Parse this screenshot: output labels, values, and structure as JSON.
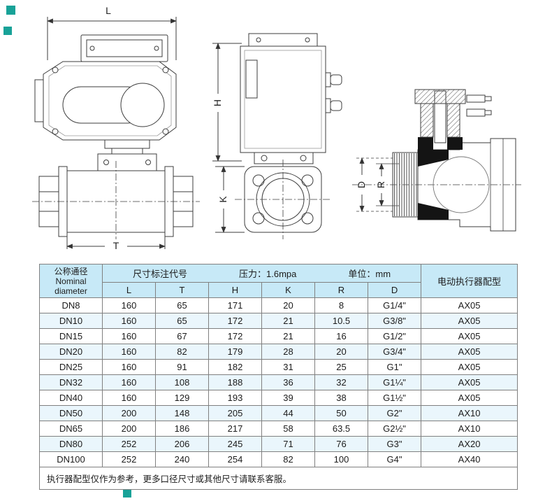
{
  "accents": {
    "teal": "#18a298"
  },
  "drawings": {
    "side_view": {
      "dim_length": "L",
      "dim_body": "T"
    },
    "front_view": {
      "dim_height": "H",
      "dim_k": "K"
    },
    "section_view": {
      "dim_d": "D",
      "dim_r": "R"
    }
  },
  "table": {
    "header": {
      "nominal_zh": "公称通径",
      "nominal_en_line1": "Nominal",
      "nominal_en_line2": "diameter",
      "dims_title": "尺寸标注代号",
      "pressure": "压力：1.6mpa",
      "unit": "单位：mm",
      "actuator": "电动执行器配型",
      "dim_cols": [
        "L",
        "T",
        "H",
        "K",
        "R",
        "D"
      ]
    },
    "rows": [
      {
        "dn": "DN8",
        "L": "160",
        "T": "65",
        "H": "171",
        "K": "20",
        "R": "8",
        "D": "G1/4\"",
        "actuator": "AX05"
      },
      {
        "dn": "DN10",
        "L": "160",
        "T": "65",
        "H": "172",
        "K": "21",
        "R": "10.5",
        "D": "G3/8\"",
        "actuator": "AX05"
      },
      {
        "dn": "DN15",
        "L": "160",
        "T": "67",
        "H": "172",
        "K": "21",
        "R": "16",
        "D": "G1/2\"",
        "actuator": "AX05"
      },
      {
        "dn": "DN20",
        "L": "160",
        "T": "82",
        "H": "179",
        "K": "28",
        "R": "20",
        "D": "G3/4\"",
        "actuator": "AX05"
      },
      {
        "dn": "DN25",
        "L": "160",
        "T": "91",
        "H": "182",
        "K": "31",
        "R": "25",
        "D": "G1\"",
        "actuator": "AX05"
      },
      {
        "dn": "DN32",
        "L": "160",
        "T": "108",
        "H": "188",
        "K": "36",
        "R": "32",
        "D": "G1¼\"",
        "actuator": "AX05"
      },
      {
        "dn": "DN40",
        "L": "160",
        "T": "129",
        "H": "193",
        "K": "39",
        "R": "38",
        "D": "G1½\"",
        "actuator": "AX05"
      },
      {
        "dn": "DN50",
        "L": "200",
        "T": "148",
        "H": "205",
        "K": "44",
        "R": "50",
        "D": "G2\"",
        "actuator": "AX10"
      },
      {
        "dn": "DN65",
        "L": "200",
        "T": "186",
        "H": "217",
        "K": "58",
        "R": "63.5",
        "D": "G2½\"",
        "actuator": "AX10"
      },
      {
        "dn": "DN80",
        "L": "252",
        "T": "206",
        "H": "245",
        "K": "71",
        "R": "76",
        "D": "G3\"",
        "actuator": "AX20"
      },
      {
        "dn": "DN100",
        "L": "252",
        "T": "240",
        "H": "254",
        "K": "82",
        "R": "100",
        "D": "G4\"",
        "actuator": "AX40"
      }
    ],
    "footnote": "执行器配型仅作为参考，更多口径尺寸或其他尺寸请联系客服。"
  }
}
